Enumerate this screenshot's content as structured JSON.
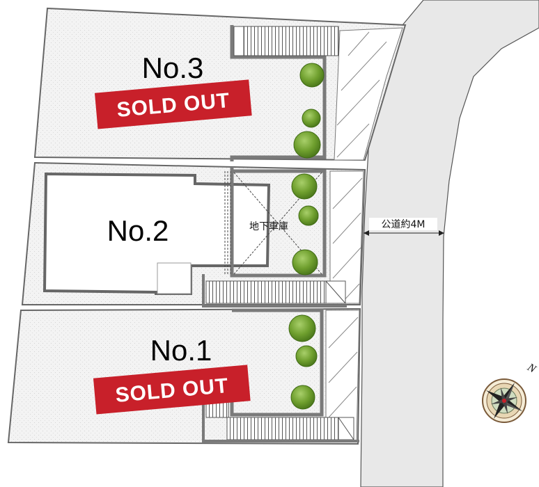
{
  "lots": [
    {
      "id": "lot-3",
      "title": "No.3",
      "status": "SOLD OUT"
    },
    {
      "id": "lot-2",
      "title": "No.2",
      "status": ""
    },
    {
      "id": "lot-1",
      "title": "No.1",
      "status": "SOLD OUT"
    }
  ],
  "garage_label": "地下車庫",
  "road_label": "公道約4M",
  "compass_letter": "N",
  "colors": {
    "sold_badge": "#c8202a",
    "lot_fill": "#f2f2f2",
    "wall": "#6e6e6e",
    "road_fill": "#e6e6e6",
    "tree": "#6f9f2e"
  }
}
